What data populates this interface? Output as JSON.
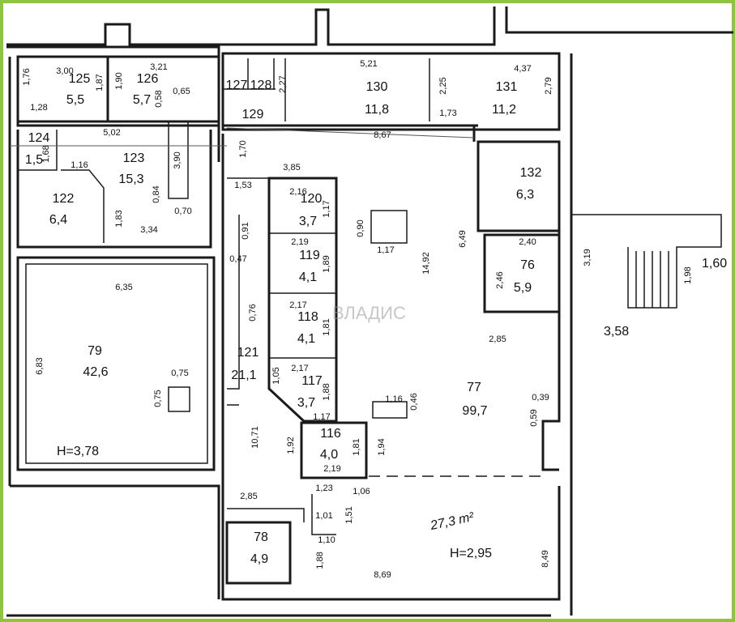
{
  "rooms": [
    {
      "id": "r125",
      "num": "125",
      "area": "5,5"
    },
    {
      "id": "r126",
      "num": "126",
      "area": "5,7"
    },
    {
      "id": "r127",
      "num": "127",
      "area": ""
    },
    {
      "id": "r128",
      "num": "128",
      "area": ""
    },
    {
      "id": "r129",
      "num": "129",
      "area": ""
    },
    {
      "id": "r130",
      "num": "130",
      "area": "11,8"
    },
    {
      "id": "r131",
      "num": "131",
      "area": "11,2"
    },
    {
      "id": "r124",
      "num": "124",
      "area": "1,5"
    },
    {
      "id": "r123",
      "num": "123",
      "area": "15,3"
    },
    {
      "id": "r122",
      "num": "122",
      "area": "6,4"
    },
    {
      "id": "r120",
      "num": "120",
      "area": "3,7"
    },
    {
      "id": "r119",
      "num": "119",
      "area": "4,1"
    },
    {
      "id": "r118",
      "num": "118",
      "area": "4,1"
    },
    {
      "id": "r117",
      "num": "117",
      "area": "3,7"
    },
    {
      "id": "r116",
      "num": "116",
      "area": "4,0"
    },
    {
      "id": "r121",
      "num": "121",
      "area": "21,1"
    },
    {
      "id": "r132",
      "num": "132",
      "area": "6,3"
    },
    {
      "id": "r76",
      "num": "76",
      "area": "5,9"
    },
    {
      "id": "r79",
      "num": "79",
      "area": "42,6"
    },
    {
      "id": "r77",
      "num": "77",
      "area": "99,7"
    },
    {
      "id": "r78",
      "num": "78",
      "area": "4,9"
    }
  ],
  "dimensions": [
    "1,76",
    "3,00",
    "1,87",
    "1,90",
    "3,21",
    "0,58",
    "0,65",
    "1,28",
    "5,21",
    "4,37",
    "2,27",
    "2,25",
    "2,79",
    "1,73",
    "5,02",
    "8,67",
    "1,68",
    "1,16",
    "3,90",
    "0,84",
    "1,70",
    "3,85",
    "1,53",
    "2,16",
    "1,17",
    "0,90",
    "0,70",
    "1,83",
    "3,34",
    "0,91",
    "2,19",
    "1,89",
    "1,17",
    "14,92",
    "6,49",
    "2,40",
    "3,19",
    "2,46",
    "1,98",
    "1,60",
    "0,47",
    "6,35",
    "0,76",
    "2,17",
    "1,81",
    "2,85",
    "3,58",
    "6,83",
    "0,75",
    "0,75",
    "1,05",
    "2,17",
    "1,88",
    "1,16",
    "0,46",
    "0,39",
    "0,59",
    "1,17",
    "10,71",
    "1,92",
    "1,81",
    "1,94",
    "2,19",
    "1,23",
    "1,06",
    "2,85",
    "1,51",
    "1,01",
    "1,10",
    "1,88",
    "8,69",
    "8,49"
  ],
  "ceiling_heights": [
    "H=3,78",
    "H=2,95"
  ],
  "handwritten_note": "27,3 m²",
  "watermark": "ВЛАДИС",
  "colors": {
    "frame": "#8fc43f",
    "ink": "#1a1a1a"
  }
}
